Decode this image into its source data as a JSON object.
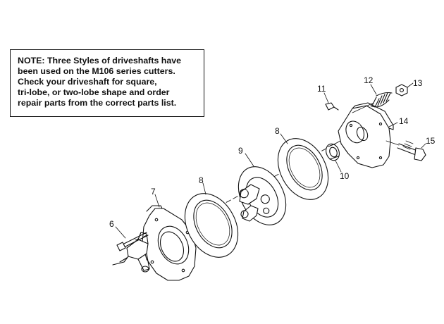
{
  "note": {
    "lines": [
      "NOTE: Three Styles of driveshafts have",
      "been used on the M106 series cutters.",
      "Check your driveshaft for square,",
      "tri-lobe, or two-lobe shape and order",
      "repair parts from the correct parts list."
    ]
  },
  "callouts": {
    "c6": "6",
    "c7": "7",
    "c8a": "8",
    "c8b": "8",
    "c9": "9",
    "c10": "10",
    "c11": "11",
    "c12": "12",
    "c13": "13",
    "c14": "14",
    "c15": "15"
  }
}
